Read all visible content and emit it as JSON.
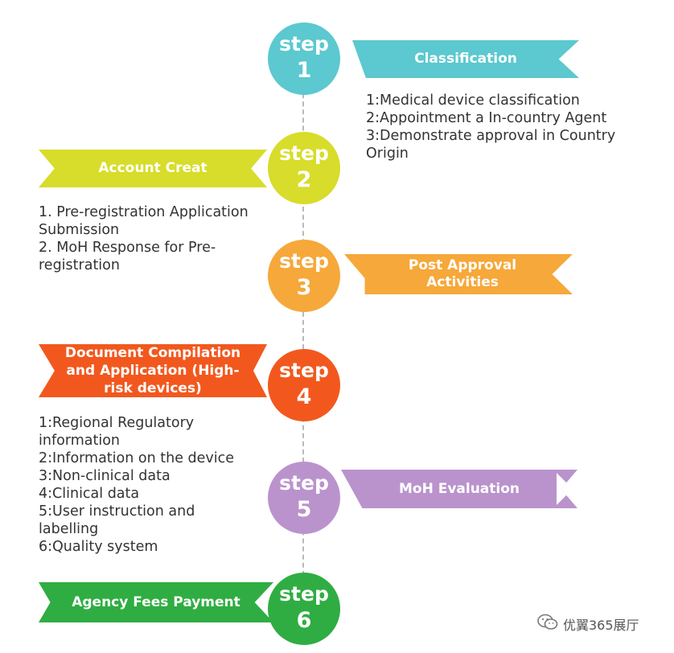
{
  "colors": {
    "step1": "#5cc8cf",
    "step2": "#d8dc2a",
    "step3": "#f6a83a",
    "step4": "#f2581e",
    "step5": "#ba93cd",
    "step6": "#2fad42",
    "text": "#333333",
    "connector": "#b9b9b9"
  },
  "steps": [
    {
      "word": "step",
      "num": "1",
      "ribbon": "Classification",
      "items": [
        "1:Medical device classification",
        "2:Appointment a In-country Agent",
        "3:Demonstrate approval in Country",
        "Origin"
      ]
    },
    {
      "word": "step",
      "num": "2",
      "ribbon": "Account Creat",
      "items": [
        "1. Pre-registration Application",
        "Submission",
        "2. MoH Response for Pre-",
        "registration"
      ]
    },
    {
      "word": "step",
      "num": "3",
      "ribbon": "Post Approval Activities",
      "items": []
    },
    {
      "word": "step",
      "num": "4",
      "ribbon": "Document Compilation and Application (High-risk devices)",
      "items": [
        "1:Regional Regulatory",
        "information",
        "2:Information on the device",
        "3:Non-clinical data",
        "4:Clinical data",
        "5:User instruction and",
        "labelling",
        "6:Quality system"
      ]
    },
    {
      "word": "step",
      "num": "5",
      "ribbon": "MoH Evaluation",
      "items": []
    },
    {
      "word": "step",
      "num": "6",
      "ribbon": "Agency Fees Payment",
      "items": []
    }
  ],
  "watermark": {
    "icon": "wechat-icon",
    "text": "优翼365展厅"
  }
}
